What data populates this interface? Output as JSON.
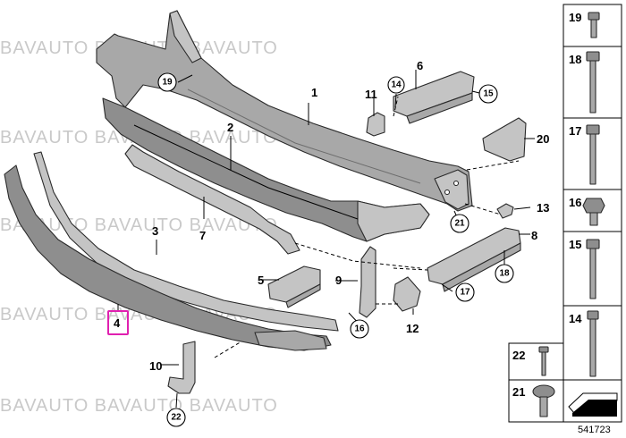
{
  "watermark": "BAVAUTO BAVAUTO BAVAUTO",
  "callouts": {
    "c1": "1",
    "c2": "2",
    "c3": "3",
    "c4": "4",
    "c5": "5",
    "c6": "6",
    "c7": "7",
    "c8": "8",
    "c9": "9",
    "c10": "10",
    "c11": "11",
    "c12": "12",
    "c13": "13",
    "c14": "14",
    "c15": "15",
    "c16": "16",
    "c17": "17",
    "c18": "18",
    "c19": "19",
    "c20": "20",
    "c21": "21",
    "c22": "22"
  },
  "sidebar": {
    "items": [
      "19",
      "18",
      "17",
      "16",
      "15",
      "14"
    ],
    "bottom_items": [
      "22",
      "21"
    ]
  },
  "figure_number": "541723",
  "colors": {
    "highlight": "#e020b0",
    "part_fill": "#a8a8a8"
  }
}
